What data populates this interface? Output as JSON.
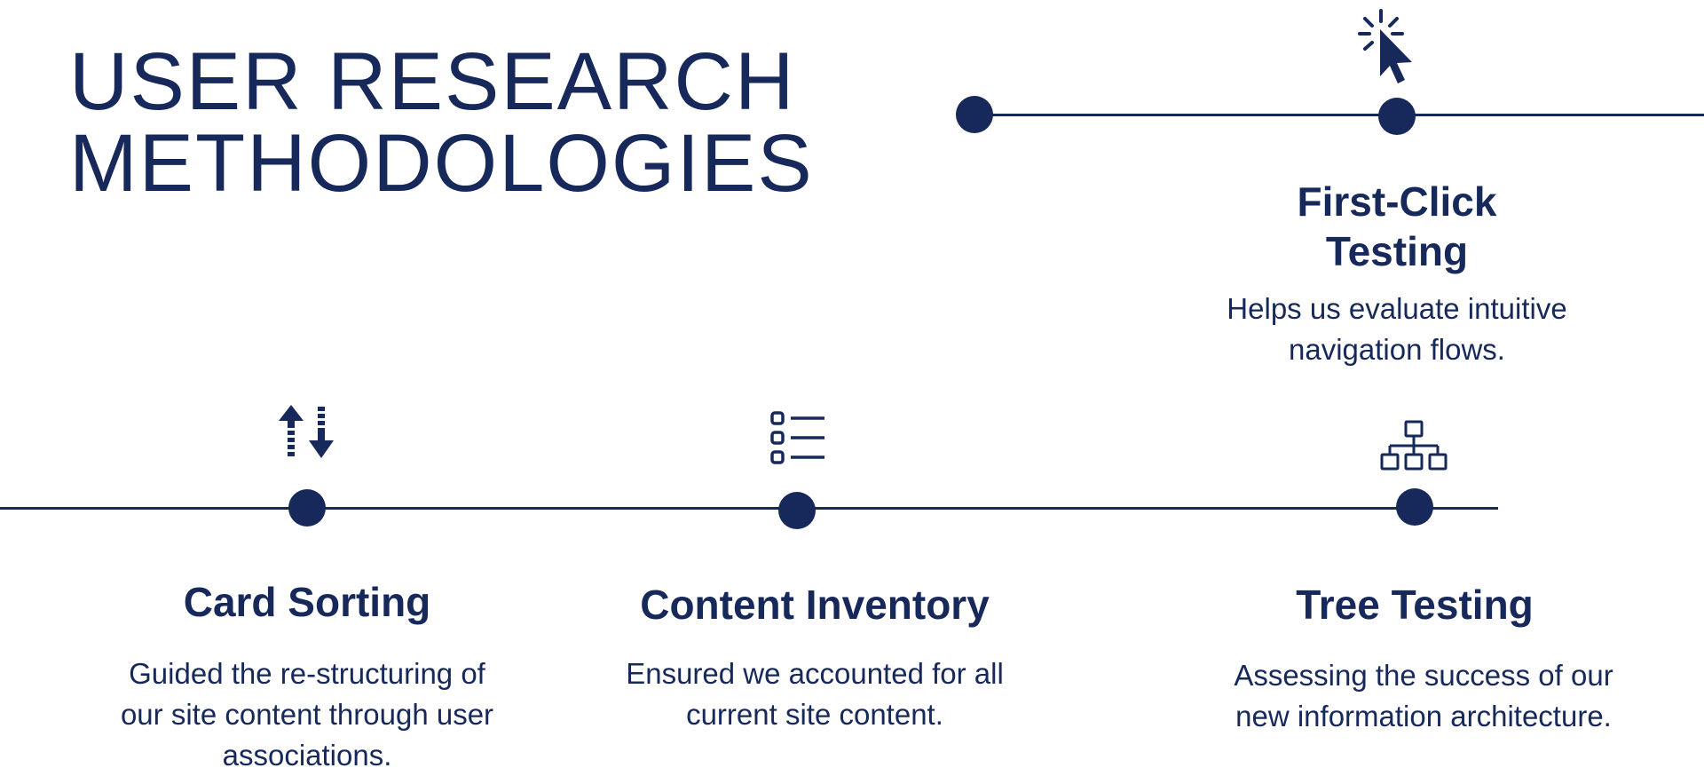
{
  "title": {
    "line1": "USER RESEARCH",
    "line2": "METHODOLOGIES"
  },
  "colors": {
    "primary": "#17285b",
    "background": "#ffffff"
  },
  "methods": [
    {
      "icon": "cursor-click-icon",
      "title_line1": "First-Click",
      "title_line2": "Testing",
      "desc_line1": "Helps us evaluate intuitive",
      "desc_line2": "navigation flows."
    },
    {
      "icon": "sort-arrows-icon",
      "title": "Card Sorting",
      "desc_line1": "Guided the re-structuring of",
      "desc_line2": "our site content through user",
      "desc_line3": "associations."
    },
    {
      "icon": "checklist-icon",
      "title": "Content Inventory",
      "desc_line1": "Ensured we accounted for all",
      "desc_line2": "current site content."
    },
    {
      "icon": "sitemap-icon",
      "title": "Tree Testing",
      "desc_line1": "Assessing the success of our",
      "desc_line2": "new information architecture."
    }
  ]
}
